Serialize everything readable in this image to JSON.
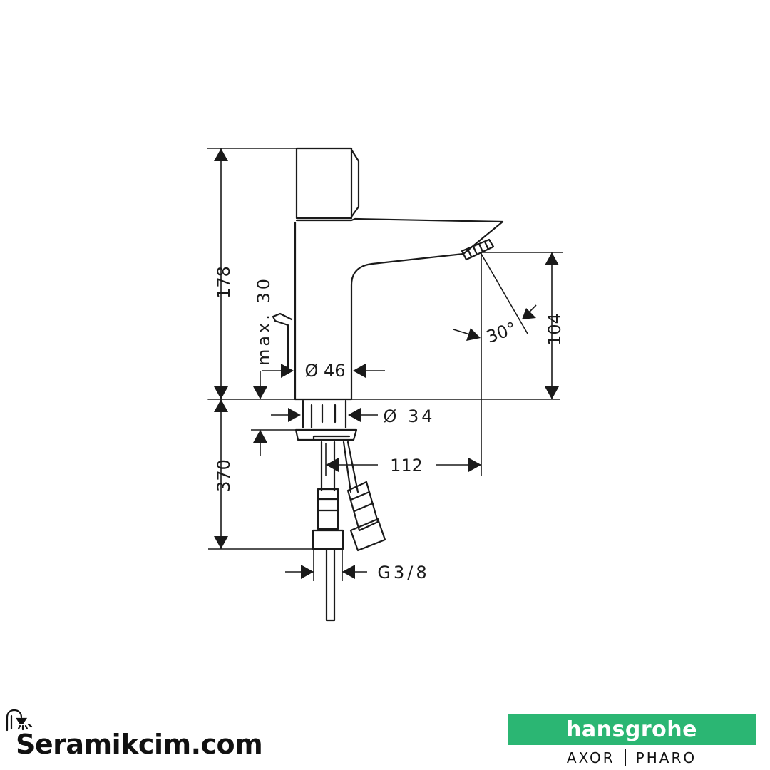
{
  "dimensions": {
    "height_total": "178",
    "max_thickness": "max. 30",
    "body_diameter": "Ø 46",
    "base_diameter": "Ø 34",
    "spout_height": "104",
    "spray_angle": "30°",
    "reach": "112",
    "hose_length": "370",
    "connection": "G3/8"
  },
  "footer": {
    "site_name": "Seramikcim.com",
    "brand": "hansgrohe",
    "sub_brand_1": "AXOR",
    "sub_brand_2": "PHARO"
  },
  "colors": {
    "line": "#1a1a1a",
    "brand_green": "#2bb673"
  },
  "icons": [
    "shower-icon"
  ]
}
